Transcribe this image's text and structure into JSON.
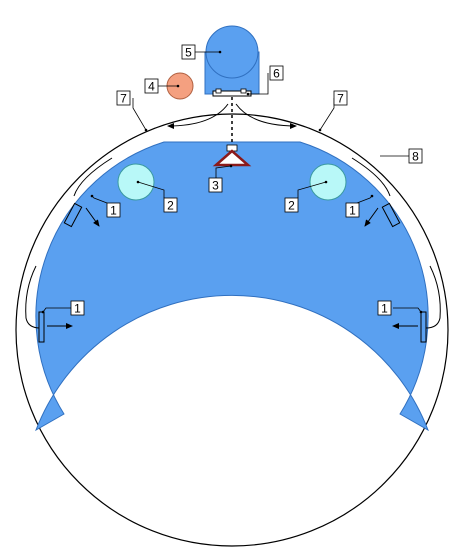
{
  "colors": {
    "duct": "#5aa0f0",
    "duct_stroke": "#2060b0",
    "stroke": "#000000",
    "part_2": "#b8f8f8",
    "part_4": "#f4a080",
    "part_5": "#5aa0f0",
    "part_3": "#8b1a1a"
  },
  "callouts": {
    "c1": "1",
    "c2": "2",
    "c3": "3",
    "c4": "4",
    "c5": "5",
    "c6": "6",
    "c7": "7",
    "c8": "8"
  }
}
